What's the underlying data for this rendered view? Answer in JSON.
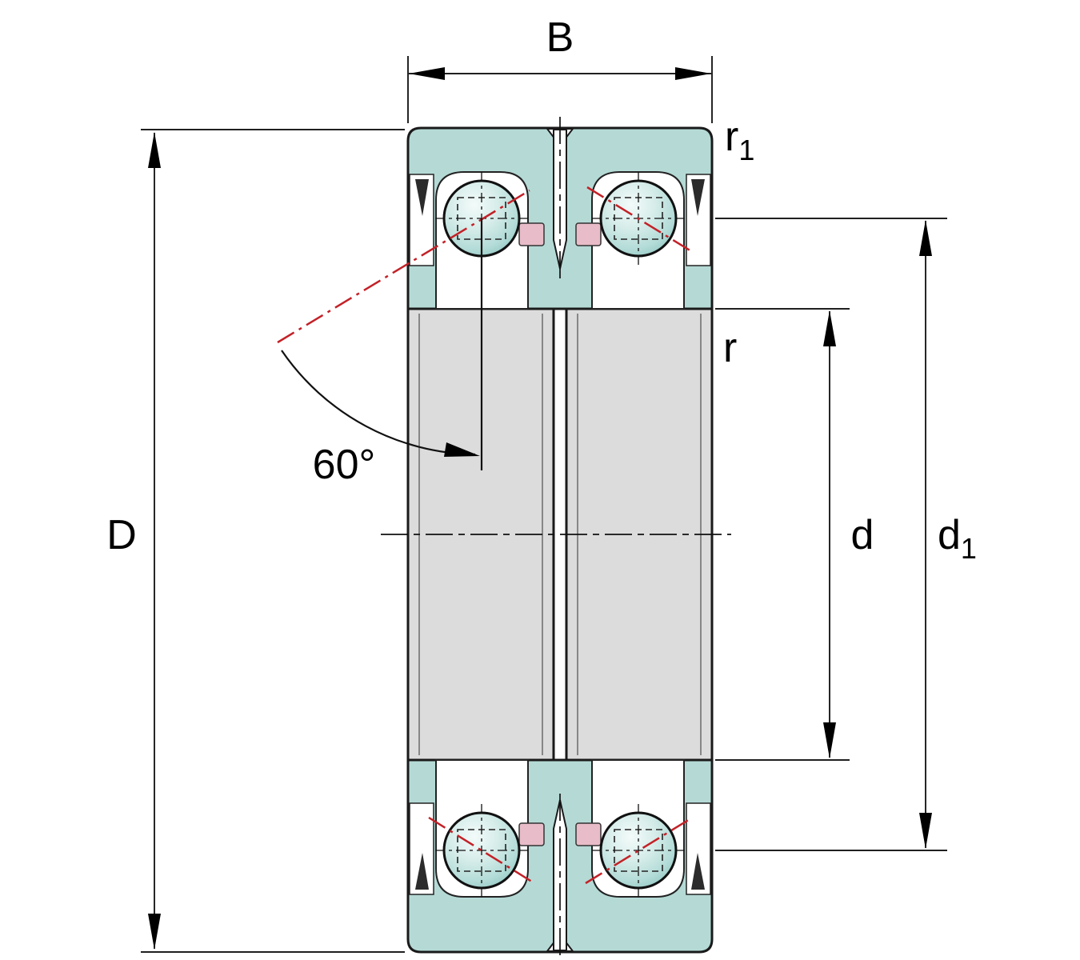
{
  "labels": {
    "B": "B",
    "D": "D",
    "d": "d",
    "d1": {
      "main": "d",
      "sub": "1"
    },
    "r": "r",
    "r1": {
      "main": "r",
      "sub": "1"
    },
    "angle": "60°"
  },
  "colors": {
    "ring_teal": "#b5dad6",
    "inner_ring_gray": "#dcdcdc",
    "contact_line_red": "#c32127",
    "cage_pink": "#e8bcc8"
  }
}
